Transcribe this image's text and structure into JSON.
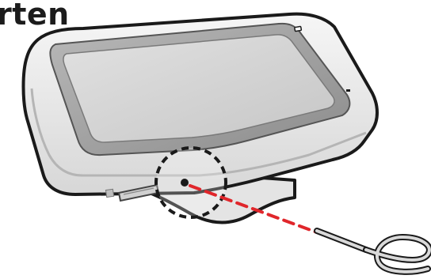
{
  "heading": {
    "text": "rten"
  },
  "illustration": {
    "device": "gps-navigation-device",
    "callout": "reset-button-callout",
    "tool": "paper-clip-icon",
    "colors": {
      "body": "#ececec",
      "outline": "#1a1a1a",
      "screen": "#d2d2d2",
      "bezel": "#9a9a9a",
      "guide_line": "#e0262b"
    }
  }
}
